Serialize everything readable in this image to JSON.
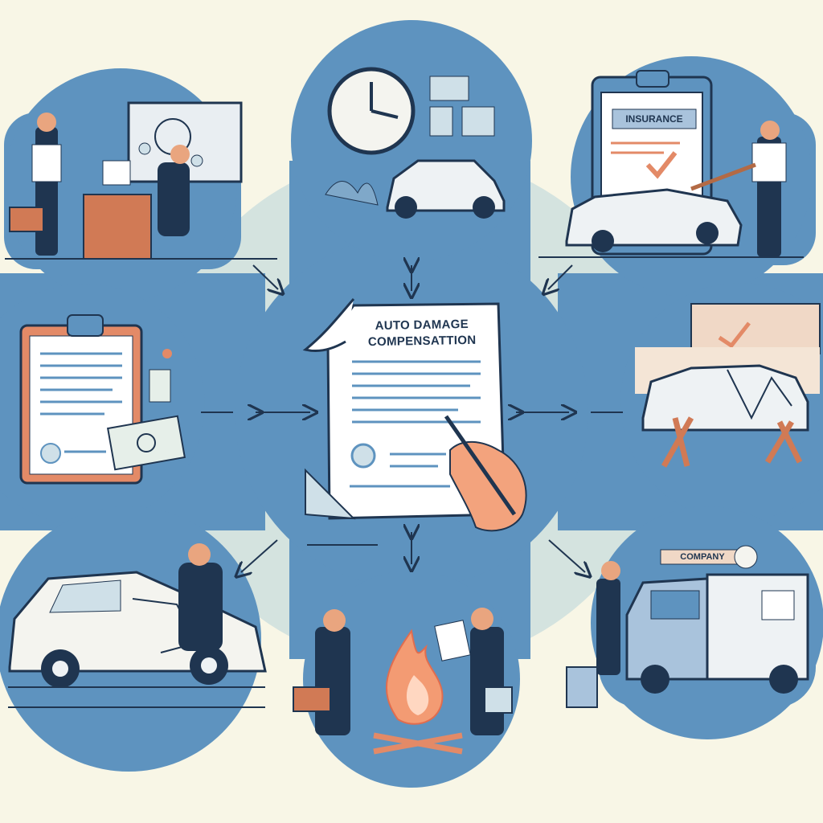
{
  "central_document": {
    "title_line1": "AUTO DAMAGE",
    "title_line2": "COMPENSATTION"
  },
  "vignettes": {
    "insurance_sign": "INSURANCE",
    "van_sign": "COMPANY"
  },
  "colors": {
    "background": "#f8f6e6",
    "ring": "#cfe0df",
    "blue": "#5e93bf",
    "dark_blue": "#1f3550",
    "orange": "#e38a67",
    "white": "#ffffff"
  }
}
